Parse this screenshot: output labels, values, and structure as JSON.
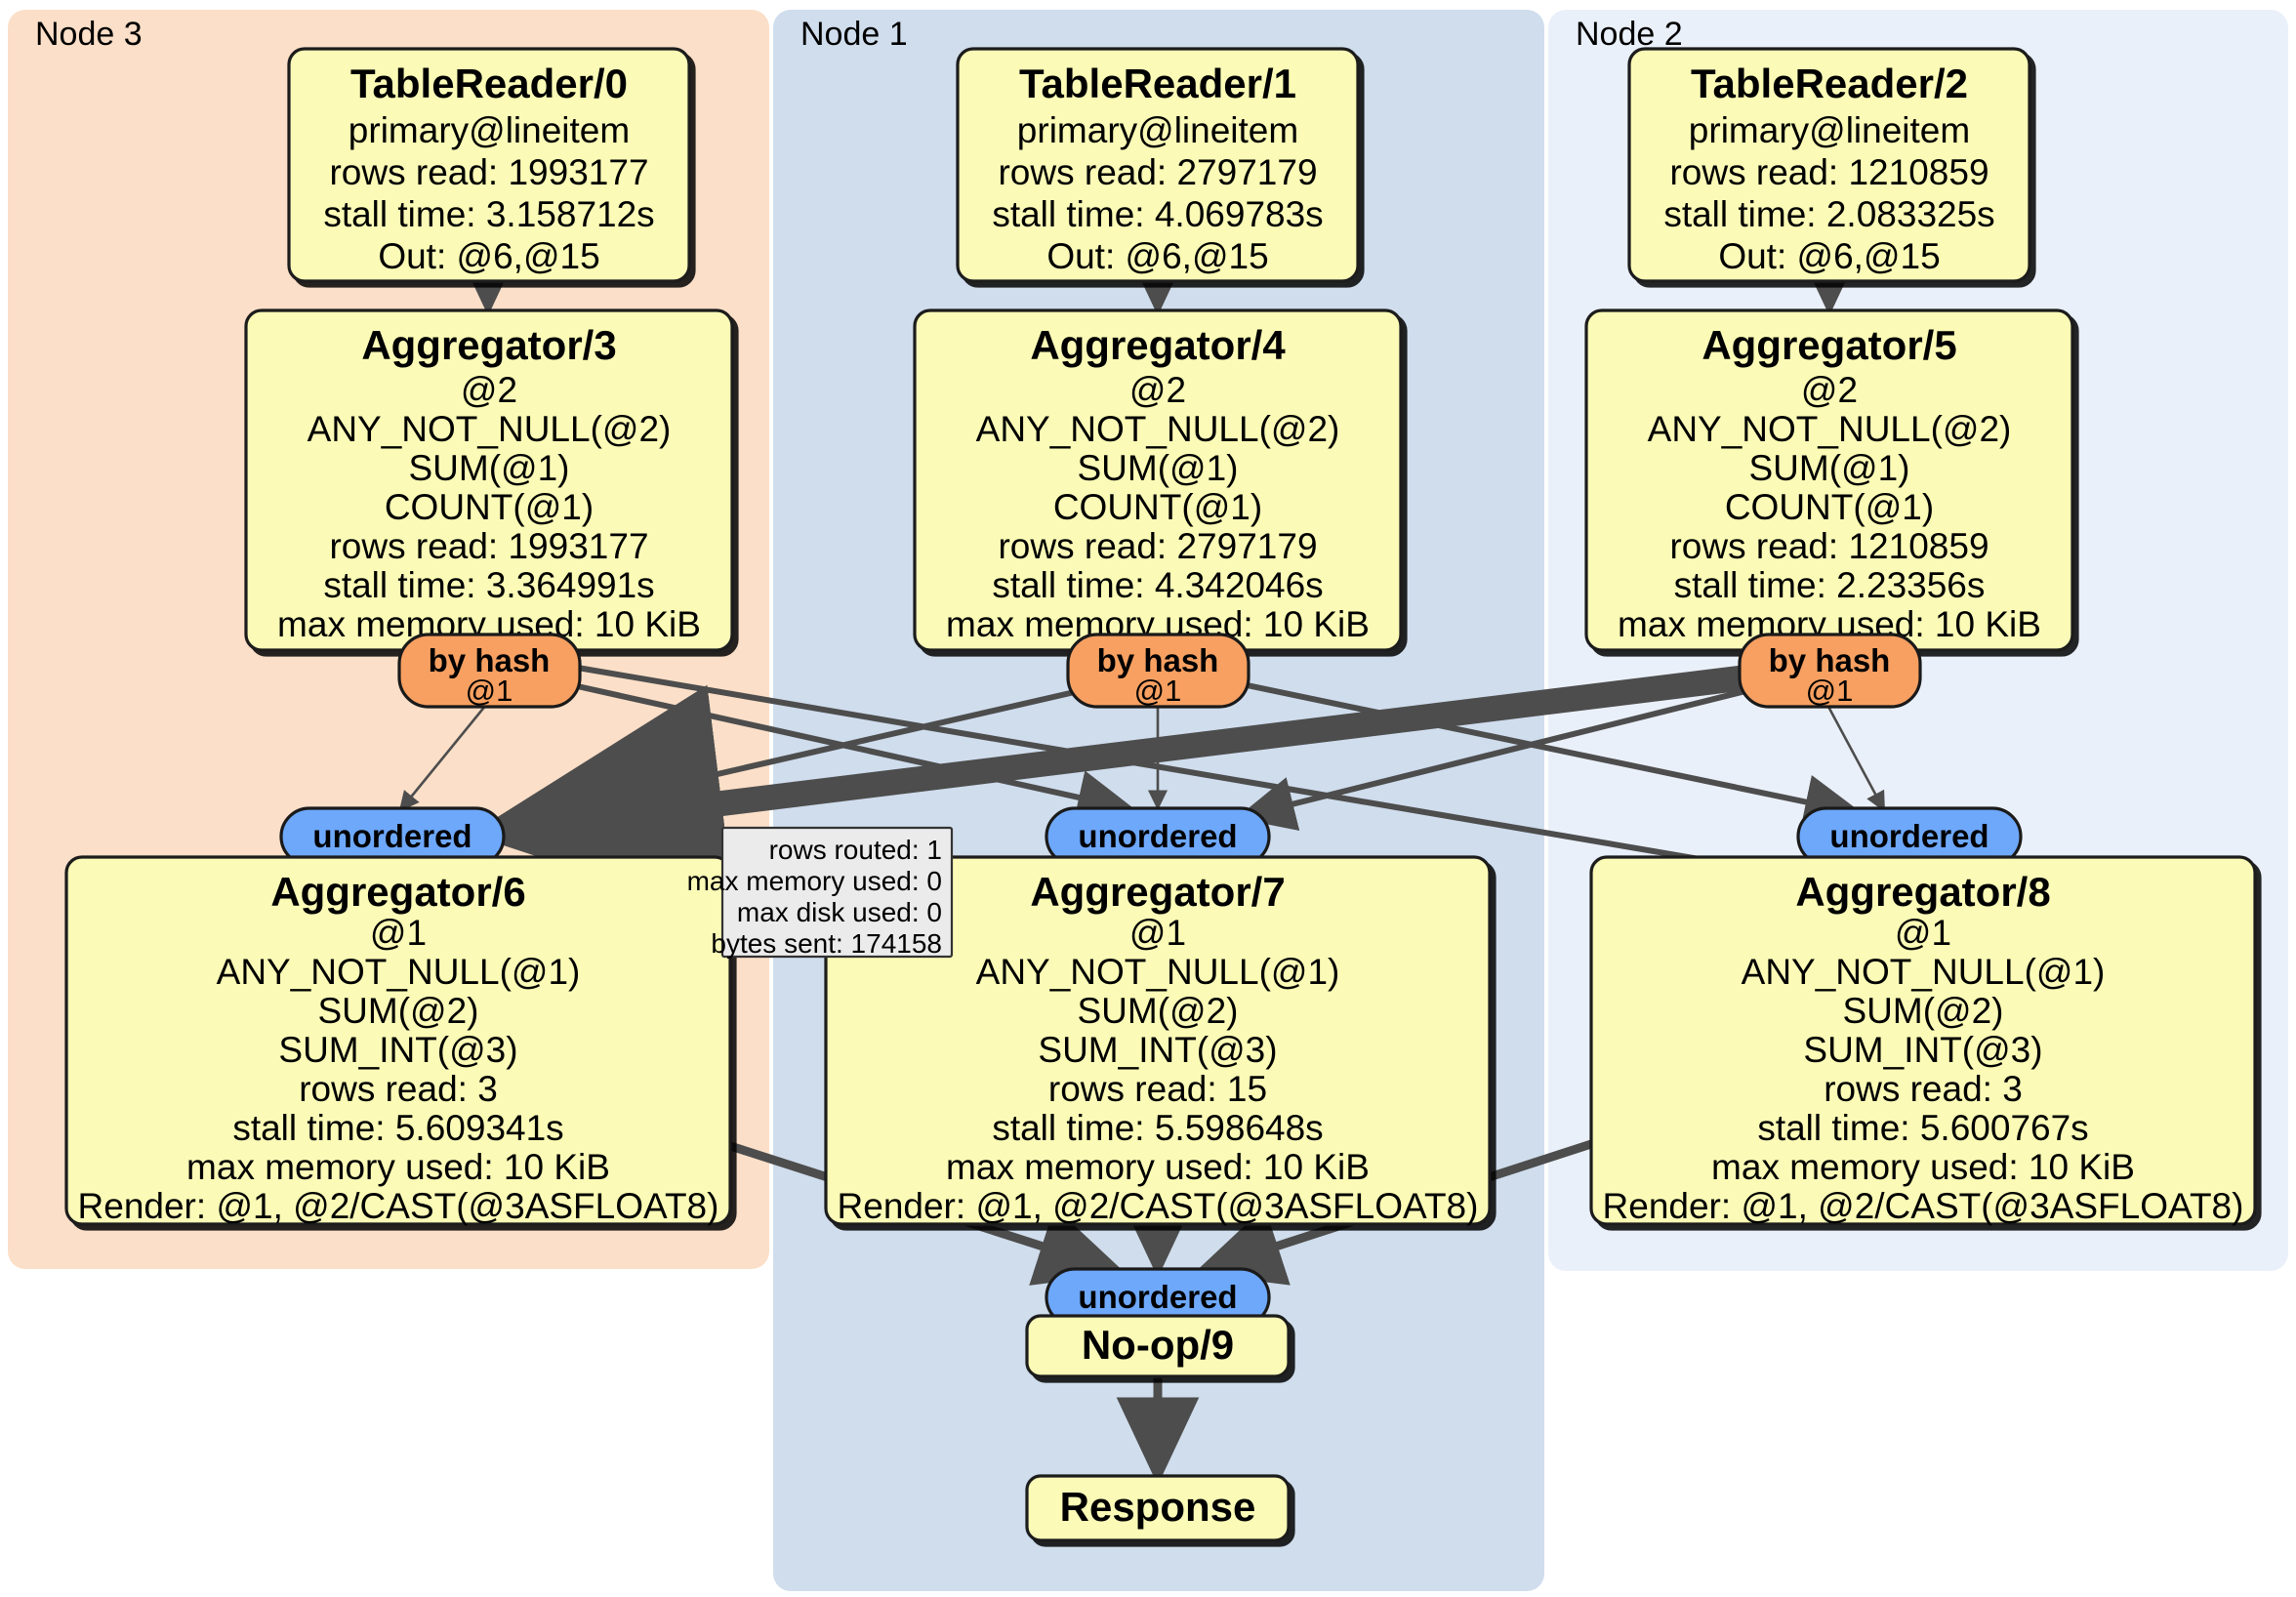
{
  "clusters": [
    {
      "id": "node3",
      "label": "Node 3",
      "color": "#fbdfc8"
    },
    {
      "id": "node1",
      "label": "Node 1",
      "color": "#cfdded"
    },
    {
      "id": "node2",
      "label": "Node 2",
      "color": "#eaf0fa"
    }
  ],
  "nodes": {
    "tablereader0": {
      "title": "TableReader/0",
      "lines": [
        "primary@lineitem",
        "rows read: 1993177",
        "stall time: 3.158712s",
        "Out: @6,@15"
      ]
    },
    "tablereader1": {
      "title": "TableReader/1",
      "lines": [
        "primary@lineitem",
        "rows read: 2797179",
        "stall time: 4.069783s",
        "Out: @6,@15"
      ]
    },
    "tablereader2": {
      "title": "TableReader/2",
      "lines": [
        "primary@lineitem",
        "rows read: 1210859",
        "stall time: 2.083325s",
        "Out: @6,@15"
      ]
    },
    "aggregator3": {
      "title": "Aggregator/3",
      "lines": [
        "@2",
        "ANY_NOT_NULL(@2)",
        "SUM(@1)",
        "COUNT(@1)",
        "rows read: 1993177",
        "stall time: 3.364991s",
        "max memory used: 10 KiB"
      ]
    },
    "aggregator4": {
      "title": "Aggregator/4",
      "lines": [
        "@2",
        "ANY_NOT_NULL(@2)",
        "SUM(@1)",
        "COUNT(@1)",
        "rows read: 2797179",
        "stall time: 4.342046s",
        "max memory used: 10 KiB"
      ]
    },
    "aggregator5": {
      "title": "Aggregator/5",
      "lines": [
        "@2",
        "ANY_NOT_NULL(@2)",
        "SUM(@1)",
        "COUNT(@1)",
        "rows read: 1210859",
        "stall time: 2.23356s",
        "max memory used: 10 KiB"
      ]
    },
    "aggregator6": {
      "title": "Aggregator/6",
      "lines": [
        "@1",
        "ANY_NOT_NULL(@1)",
        "SUM(@2)",
        "SUM_INT(@3)",
        "rows read: 3",
        "stall time: 5.609341s",
        "max memory used: 10 KiB",
        "Render: @1, @2/CAST(@3ASFLOAT8)"
      ]
    },
    "aggregator7": {
      "title": "Aggregator/7",
      "lines": [
        "@1",
        "ANY_NOT_NULL(@1)",
        "SUM(@2)",
        "SUM_INT(@3)",
        "rows read: 15",
        "stall time: 5.598648s",
        "max memory used: 10 KiB",
        "Render: @1, @2/CAST(@3ASFLOAT8)"
      ]
    },
    "aggregator8": {
      "title": "Aggregator/8",
      "lines": [
        "@1",
        "ANY_NOT_NULL(@1)",
        "SUM(@2)",
        "SUM_INT(@3)",
        "rows read: 3",
        "stall time: 5.600767s",
        "max memory used: 10 KiB",
        "Render: @1, @2/CAST(@3ASFLOAT8)"
      ]
    },
    "noop9": {
      "title": "No-op/9",
      "lines": []
    },
    "response": {
      "title": "Response",
      "lines": []
    }
  },
  "routers": {
    "byhash_left": {
      "title": "by hash",
      "sub": "@1"
    },
    "byhash_mid": {
      "title": "by hash",
      "sub": "@1"
    },
    "byhash_right": {
      "title": "by hash",
      "sub": "@1"
    }
  },
  "sync": {
    "unordered_left": {
      "label": "unordered"
    },
    "unordered_mid": {
      "label": "unordered"
    },
    "unordered_right": {
      "label": "unordered"
    },
    "unordered_final": {
      "label": "unordered"
    }
  },
  "stream_stats": {
    "lines": [
      "rows routed: 1",
      "max memory used: 0",
      "max disk used: 0",
      "bytes sent: 174158"
    ]
  },
  "colors": {
    "node_fill": "#fbfbb7",
    "router_fill": "#f7a061",
    "sync_fill": "#6ea8fb",
    "edge": "#4d4d4d",
    "stats_fill": "#ebebeb",
    "cluster_node3": "#fbdfc8",
    "cluster_node1": "#cfdded",
    "cluster_node2": "#eaf0fa"
  }
}
